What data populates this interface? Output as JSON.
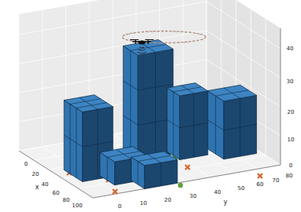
{
  "diagram": {
    "labels": [
      "0",
      "20",
      "40",
      "60",
      "80",
      "100",
      "x",
      "0",
      "10",
      "20",
      "30",
      "40",
      "50",
      "60",
      "70",
      "80",
      "y",
      "0",
      "10",
      "20",
      "30",
      "40"
    ]
  }
}
